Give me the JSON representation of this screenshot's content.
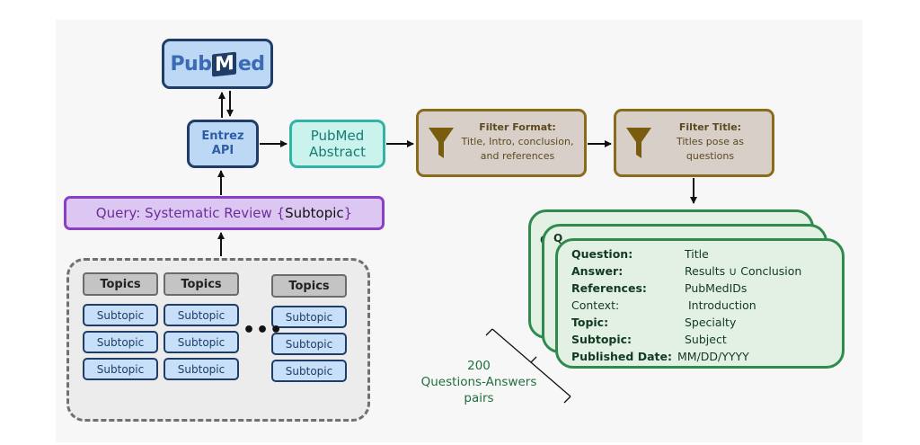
{
  "pubmed": {
    "logo_left": "Pub",
    "logo_m": "M",
    "logo_right": "ed"
  },
  "entrez": {
    "line1": "Entrez",
    "line2": "API"
  },
  "abstract": {
    "line1": "PubMed",
    "line2": "Abstract"
  },
  "filter_format": {
    "title": "Filter Format:",
    "line1": "Title, Intro, conclusion,",
    "line2": "and references",
    "icon": "funnel-icon"
  },
  "filter_title": {
    "title": "Filter Title:",
    "line1": "Titles pose as",
    "line2": "questions",
    "icon": "funnel-icon"
  },
  "query": {
    "prefix": "Query: Systematic Review {",
    "subtopic": "Subtopic",
    "suffix": "}"
  },
  "topics": {
    "headers": [
      "Topics",
      "Topics",
      "Topics"
    ],
    "subtopic_label": "Subtopic",
    "ellipsis": "•••"
  },
  "card": {
    "rows": [
      {
        "label": "Question:",
        "value": "Title",
        "bold": true
      },
      {
        "label": "Answer:",
        "value": "Results ∪ Conclusion",
        "bold": true
      },
      {
        "label": "References:",
        "value": "PubMedIDs",
        "bold": true
      },
      {
        "label": "Context:",
        "value": "Introduction",
        "bold": false
      },
      {
        "label": "Topic:",
        "value": "Specialty",
        "bold": true
      },
      {
        "label": "Subtopic:",
        "value": "Subject",
        "bold": true
      },
      {
        "label": "Published Date:",
        "value": "MM/DD/YYYY",
        "bold": true
      }
    ],
    "peek_1": "Q",
    "peek_2": "Q"
  },
  "count": {
    "line1": "200",
    "line2": "Questions-Answers",
    "line3": "pairs"
  },
  "colors": {
    "blue_border": "#1f3d66",
    "teal_border": "#33b3a6",
    "filter_border": "#8a6b1a",
    "purple_border": "#8b3fc7",
    "green_border": "#2f8a4e"
  }
}
